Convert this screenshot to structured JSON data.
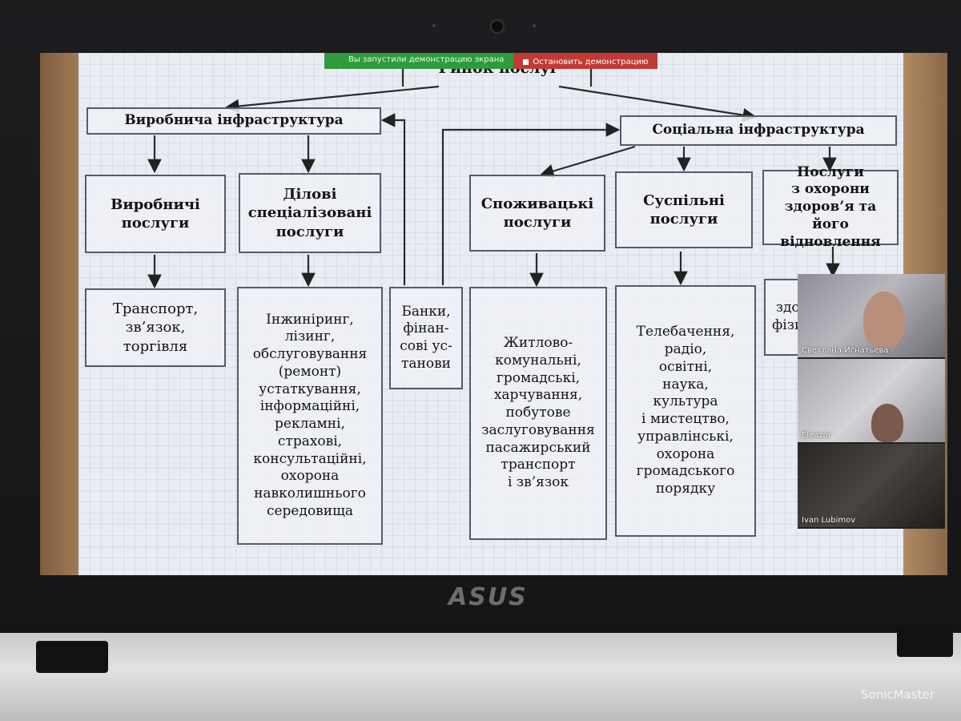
{
  "zoom_bar": {
    "sharing_message": "Вы запустили демонстрацию экрана",
    "stop_button": "Остановить демонстрацию"
  },
  "diagram": {
    "root": "Ринок послуг",
    "production_infrastructure": "Виробнича інфраструктура",
    "social_infrastructure": "Соціальна інфраструктура",
    "production_services": "Виробничі\nпослуги",
    "business_services": "Ділові\nспеціалізовані\nпослуги",
    "consumer_services": "Споживацькі\nпослуги",
    "public_services": "Суспільні\nпослуги",
    "health_services": "Послуги\nз охорони\nздоров’я та його\nвідновлення",
    "transport_trade": "Транспорт,\nзв’язок,\nторгівля",
    "engineering_list": "Інжиніринг,\nлізинг,\nобслуговування\n(ремонт)\nустаткування,\nінформаційні,\nрекламні,\nстрахові,\nконсультаційні,\nохорона\nнавколишнього\nсередовища",
    "banks": "Банки,\nфінан-\nсові ус-\nтанови",
    "housing_list": "Житлово-\nкомунальні,\nгромадські,\nхарчування,\nпобутове\nзаслуговування\nпасажирський\nтранспорт\nі зв’язок",
    "tv_list": "Телебачення,\nрадіо,\nосвітні,\nнаука,\nкультура\nі мистецтво,\nуправлінські,\nохорона\nгромадського\nпорядку",
    "health_detail_partial": "здо\nфізи"
  },
  "participants": [
    {
      "name": "Светлана Игнатьева"
    },
    {
      "name": "Eleazar"
    },
    {
      "name": "Ivan Lubimov"
    }
  ],
  "laptop": {
    "brand": "ASUS",
    "sonicmaster": "SonicMaster"
  }
}
